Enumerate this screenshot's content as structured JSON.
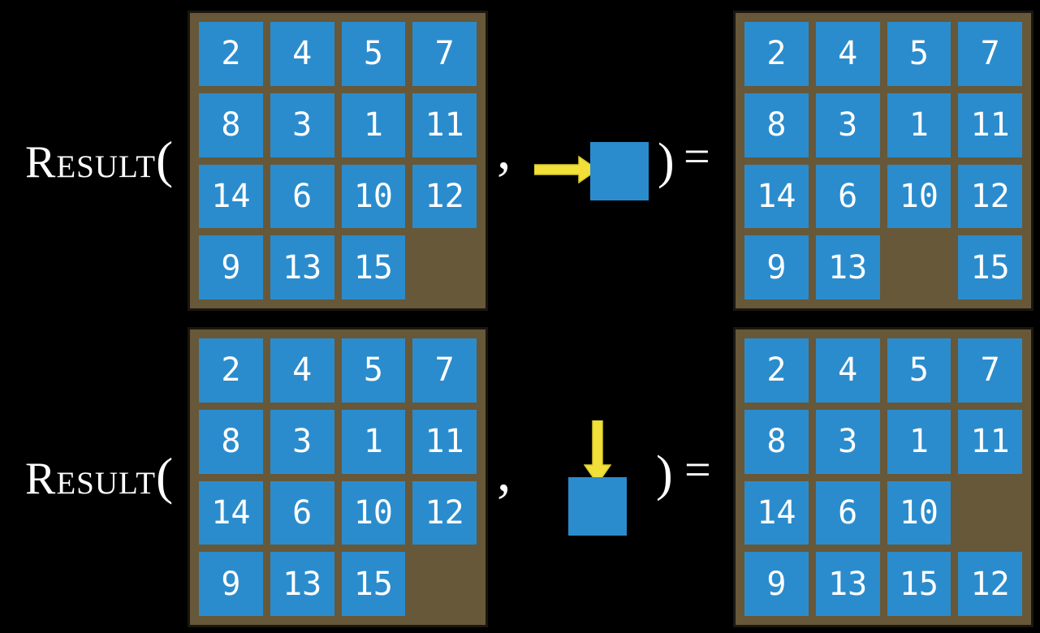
{
  "figure": {
    "function_name": "Result",
    "open_paren": "(",
    "comma": ",",
    "close_paren": ")",
    "equals": "="
  },
  "colors": {
    "background": "#000000",
    "tile": "#2b8ccd",
    "board": "#675839",
    "board_border": "#1a1612",
    "arrow": "#f2e03a",
    "arrow_edge": "#d9c92c",
    "text": "#ffffff"
  },
  "examples": [
    {
      "action_icon": "arrow-right",
      "input_grid": [
        [
          "2",
          "4",
          "5",
          "7"
        ],
        [
          "8",
          "3",
          "1",
          "11"
        ],
        [
          "14",
          "6",
          "10",
          "12"
        ],
        [
          "9",
          "13",
          "15",
          ""
        ]
      ],
      "output_grid": [
        [
          "2",
          "4",
          "5",
          "7"
        ],
        [
          "8",
          "3",
          "1",
          "11"
        ],
        [
          "14",
          "6",
          "10",
          "12"
        ],
        [
          "9",
          "13",
          "",
          "15"
        ]
      ]
    },
    {
      "action_icon": "arrow-down",
      "input_grid": [
        [
          "2",
          "4",
          "5",
          "7"
        ],
        [
          "8",
          "3",
          "1",
          "11"
        ],
        [
          "14",
          "6",
          "10",
          "12"
        ],
        [
          "9",
          "13",
          "15",
          ""
        ]
      ],
      "output_grid": [
        [
          "2",
          "4",
          "5",
          "7"
        ],
        [
          "8",
          "3",
          "1",
          "11"
        ],
        [
          "14",
          "6",
          "10",
          ""
        ],
        [
          "9",
          "13",
          "15",
          "12"
        ]
      ]
    }
  ]
}
